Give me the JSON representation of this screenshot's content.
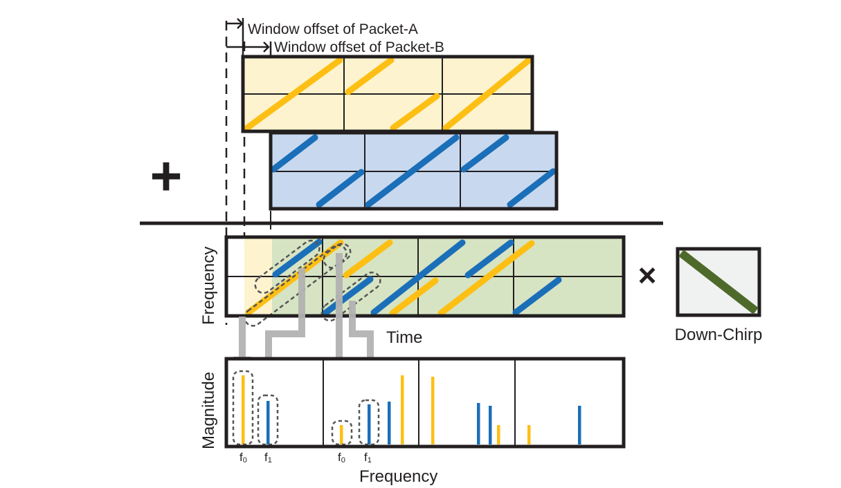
{
  "labels": {
    "offset_a": "Window offset of Packet-A",
    "offset_b": "Window offset of Packet-B",
    "plus": "+",
    "times": "×",
    "freq_axis": "Frequency",
    "time_axis": "Time",
    "magnitude_axis": "Magnitude",
    "frequency_axis_bottom": "Frequency",
    "down_chirp": "Down-Chirp",
    "f0": "f",
    "f0_sub": "0",
    "f1": "f",
    "f1_sub": "1"
  },
  "colors": {
    "packet_a": "#fdbf14",
    "packet_a_bg": "#fdf3cf",
    "packet_b": "#1a6fb8",
    "packet_b_bg": "#c8d9ef",
    "mixed_bg": "#d6e4c3",
    "down_chirp": "#4e6a2a",
    "down_chirp_bg": "#f0f2f1",
    "arrow": "#b3b3b3",
    "frame": "#231f20"
  },
  "spectrum": {
    "windows": [
      {
        "peaks": [
          {
            "packet": "A",
            "magnitude": 1.0,
            "label": "f0"
          },
          {
            "packet": "B",
            "magnitude": 0.63,
            "label": "f1"
          }
        ]
      },
      {
        "peaks": [
          {
            "packet": "A",
            "magnitude": 0.28,
            "label": "f0"
          },
          {
            "packet": "B",
            "magnitude": 0.58,
            "label": "f1"
          },
          {
            "packet": "B",
            "magnitude": 0.62
          },
          {
            "packet": "A",
            "magnitude": 1.0
          }
        ]
      },
      {
        "peaks": [
          {
            "packet": "A",
            "magnitude": 0.98
          },
          {
            "packet": "B",
            "magnitude": 0.6
          },
          {
            "packet": "B",
            "magnitude": 0.56
          },
          {
            "packet": "A",
            "magnitude": 0.28
          }
        ]
      },
      {
        "peaks": [
          {
            "packet": "A",
            "magnitude": 0.28
          },
          {
            "packet": "B",
            "magnitude": 0.56
          }
        ]
      }
    ]
  }
}
